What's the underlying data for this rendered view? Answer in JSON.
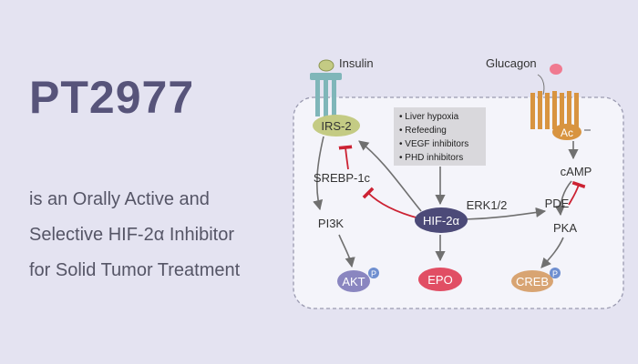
{
  "title": "PT2977",
  "subtitle": [
    "is an Orally Active and",
    "Selective HIF-2α Inhibitor",
    "for Solid Tumor Treatment"
  ],
  "diagram": {
    "ligands": {
      "insulin": "Insulin",
      "glucagon": "Glucagon"
    },
    "nodes": {
      "irs2": "IRS-2",
      "pi3k": "PI3K",
      "akt": "AKT",
      "srebp": "SREBP-1c",
      "hif": "HIF-2α",
      "epo": "EPO",
      "erk": "ERK1/2",
      "pde": "PDE",
      "ac": "Ac",
      "camp": "cAMP",
      "pka": "PKA",
      "creb": "CREB",
      "phospho": "P"
    },
    "stimuli": [
      "Liver hypoxia",
      "Refeeding",
      "VEGF inhibitors",
      "PHD inhibitors"
    ],
    "colors": {
      "background": "#e4e3f1",
      "title": "#57547a",
      "irs2": "#c4cb84",
      "hif": "#4c4a78",
      "epo": "#e14e64",
      "akt": "#8a86c0",
      "creb": "#d8a472",
      "ac": "#d89440",
      "receptor": "#7fb6b9",
      "inhibit": "#cc2233",
      "phospho": "#6f8fd0"
    }
  }
}
